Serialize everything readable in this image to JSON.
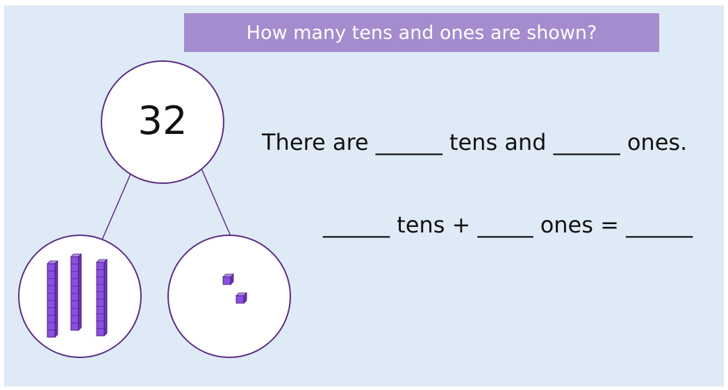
{
  "title": "How many tens and ones are shown?",
  "whole": "32",
  "tens_rods": 3,
  "ones_cubes": 2,
  "sentence_1": "There are ______ tens and ______ ones.",
  "sentence_2": "______ tens + _____ ones = ______",
  "colors": {
    "background": "#dfeaf7",
    "title_bar": "#a58cce",
    "circle_stroke": "#5b2a82",
    "block_fill": "#8a4fe0"
  }
}
